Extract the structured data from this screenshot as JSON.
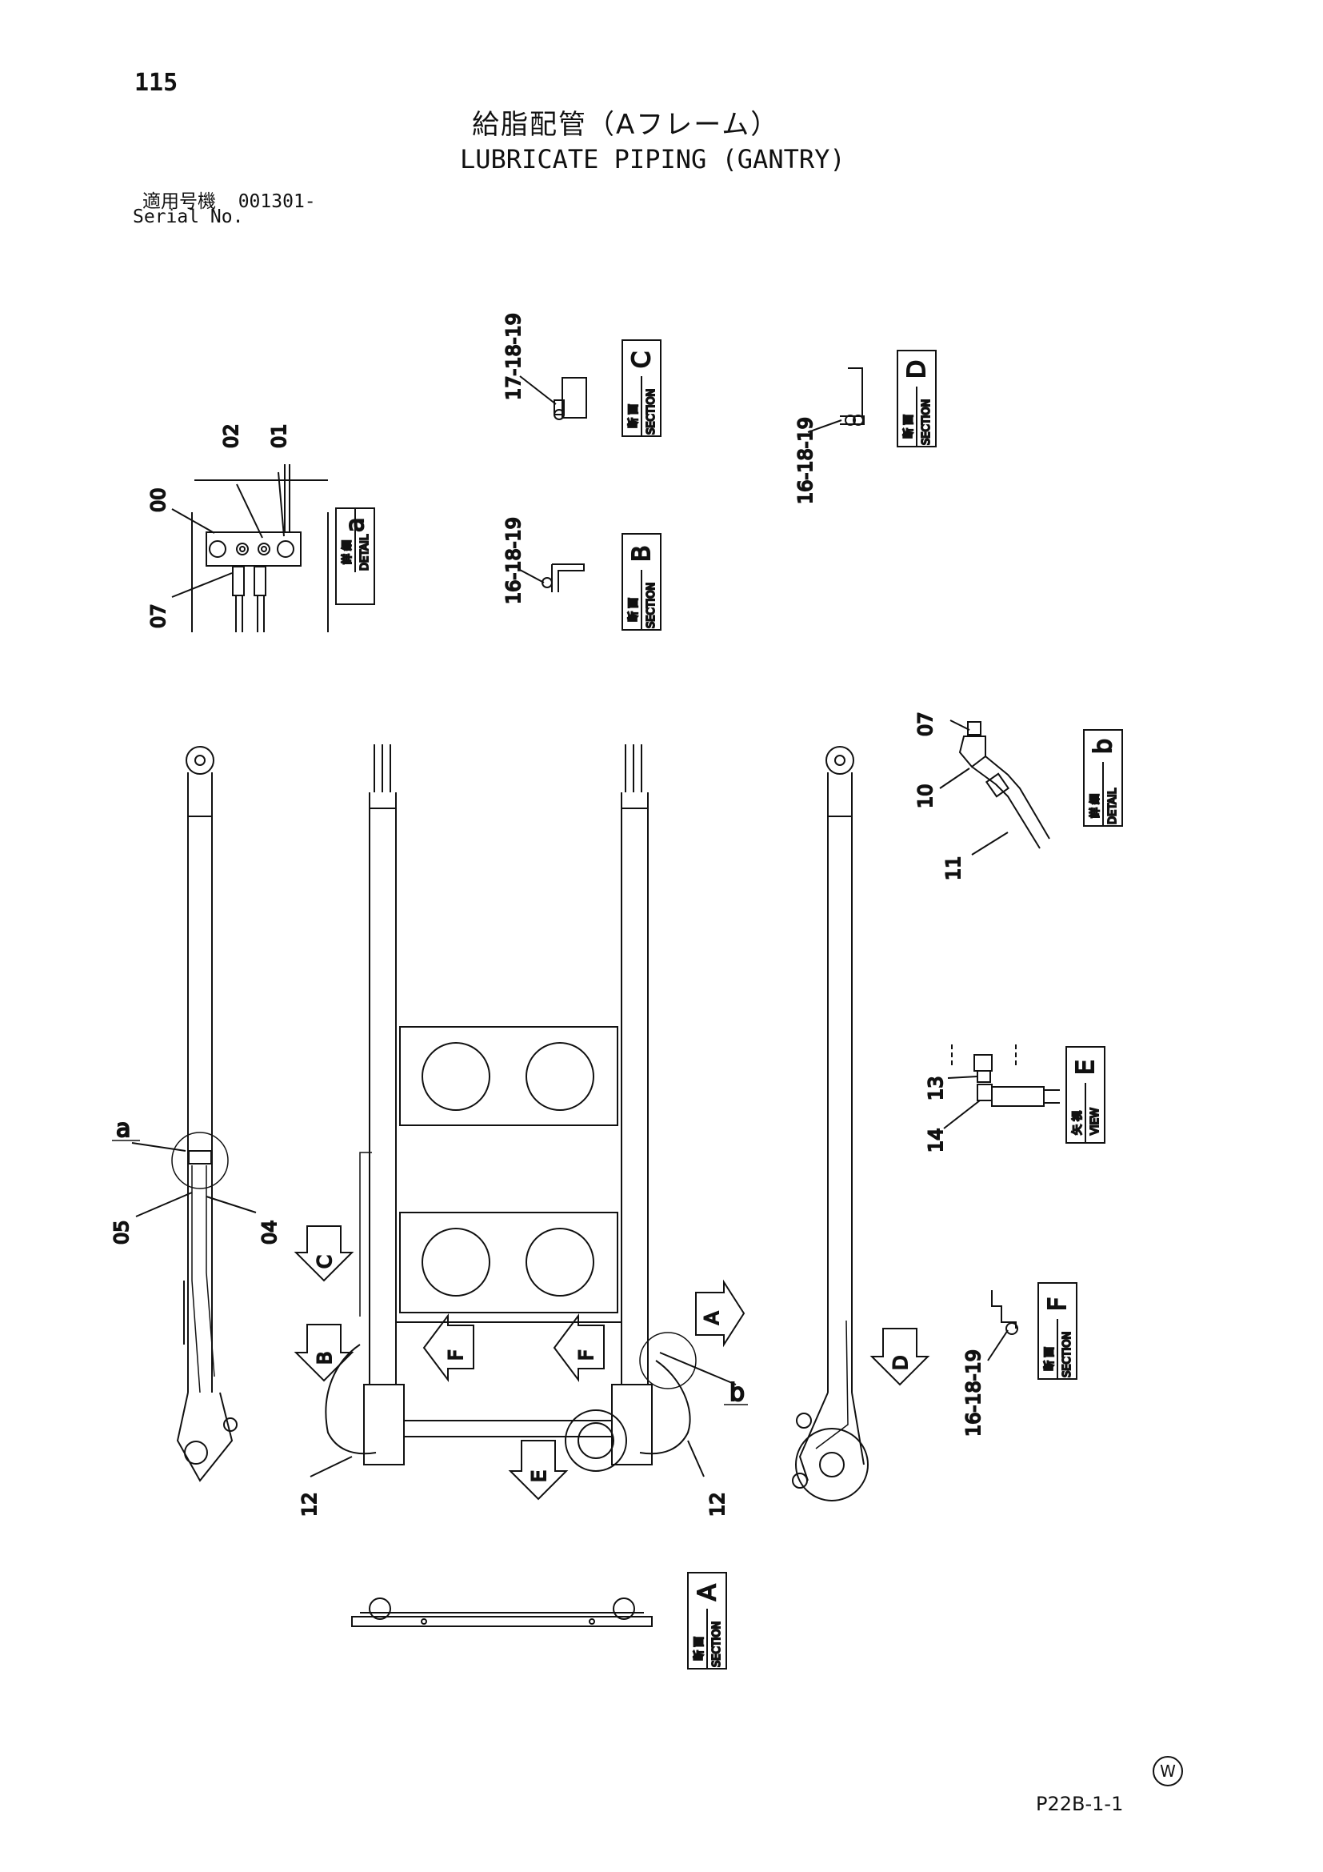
{
  "page_number": "115",
  "title_jp": "給脂配管（Aフレーム）",
  "title_en": "LUBRICATE PIPING (GANTRY)",
  "serial": {
    "label_jp": "適用号機",
    "value": "001301-",
    "label_en": "Serial No."
  },
  "boxes": [
    {
      "id": "detail-a",
      "jp": "詳 細",
      "en": "DETAIL",
      "letter": "a"
    },
    {
      "id": "section-c",
      "jp": "断 面",
      "en": "SECTION",
      "letter": "C"
    },
    {
      "id": "section-d",
      "jp": "断 面",
      "en": "SECTION",
      "letter": "D"
    },
    {
      "id": "section-b",
      "jp": "断 面",
      "en": "SECTION",
      "letter": "B"
    },
    {
      "id": "detail-b",
      "jp": "詳 細",
      "en": "DETAIL",
      "letter": "b"
    },
    {
      "id": "view-e",
      "jp": "矢 視",
      "en": "VIEW",
      "letter": "E"
    },
    {
      "id": "section-f",
      "jp": "断 面",
      "en": "SECTION",
      "letter": "F"
    },
    {
      "id": "section-a",
      "jp": "断 面",
      "en": "SECTION",
      "letter": "A"
    }
  ],
  "part_labels": {
    "p00": "00",
    "p02": "02",
    "p01": "01",
    "p07": "07",
    "s_c": "17-18-19",
    "s_b": "16-18-19",
    "s_d": "16-18-19",
    "s_f": "16-18-19",
    "b07": "07",
    "b10": "10",
    "b11": "11",
    "e13": "13",
    "e14": "14",
    "a_ref": "a",
    "p05": "05",
    "p04": "04",
    "p12_left": "12",
    "p12_right": "12",
    "b_ref": "b"
  },
  "view_arrows": [
    "A",
    "B",
    "C",
    "D",
    "E",
    "F",
    "F"
  ],
  "watermark": "W",
  "page_code": "P22B-1-1"
}
